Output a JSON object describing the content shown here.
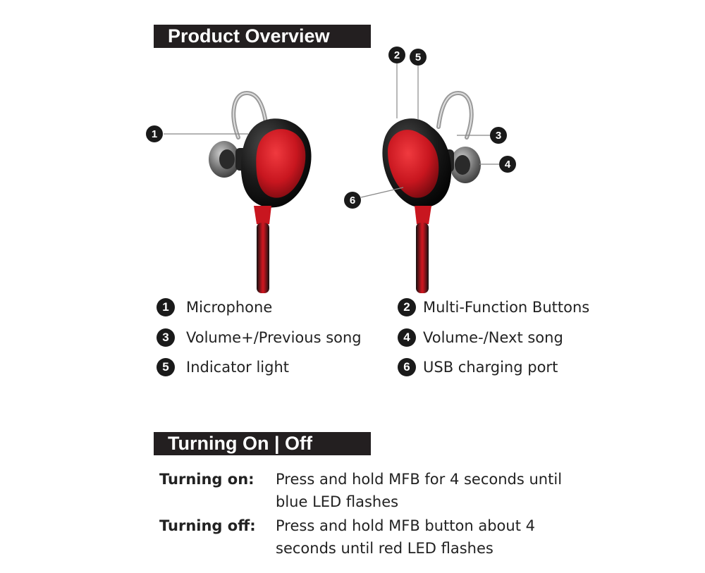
{
  "sections": {
    "overview_title": "Product Overview",
    "turning_title": "Turning On | Off"
  },
  "callouts": [
    "1",
    "2",
    "3",
    "4",
    "5",
    "6"
  ],
  "legend": [
    {
      "num": "1",
      "label": "Microphone"
    },
    {
      "num": "2",
      "label": "Multi-Function Buttons"
    },
    {
      "num": "3",
      "label": "Volume+/Previous song"
    },
    {
      "num": "4",
      "label": "Volume-/Next song"
    },
    {
      "num": "5",
      "label": "Indicator light"
    },
    {
      "num": "6",
      "label": "USB charging port"
    }
  ],
  "instructions": [
    {
      "label": "Turning on:",
      "text": "Press and hold MFB for 4 seconds until blue LED flashes"
    },
    {
      "label": "Turning off:",
      "text": "Press and hold MFB button about 4 seconds until red LED flashes"
    }
  ],
  "colors": {
    "title_bg": "#231f20",
    "earbud_red": "#d81e2a",
    "earbud_black": "#1b1b1b"
  },
  "icons": [
    "earbud-left-illustration",
    "earbud-right-illustration"
  ]
}
